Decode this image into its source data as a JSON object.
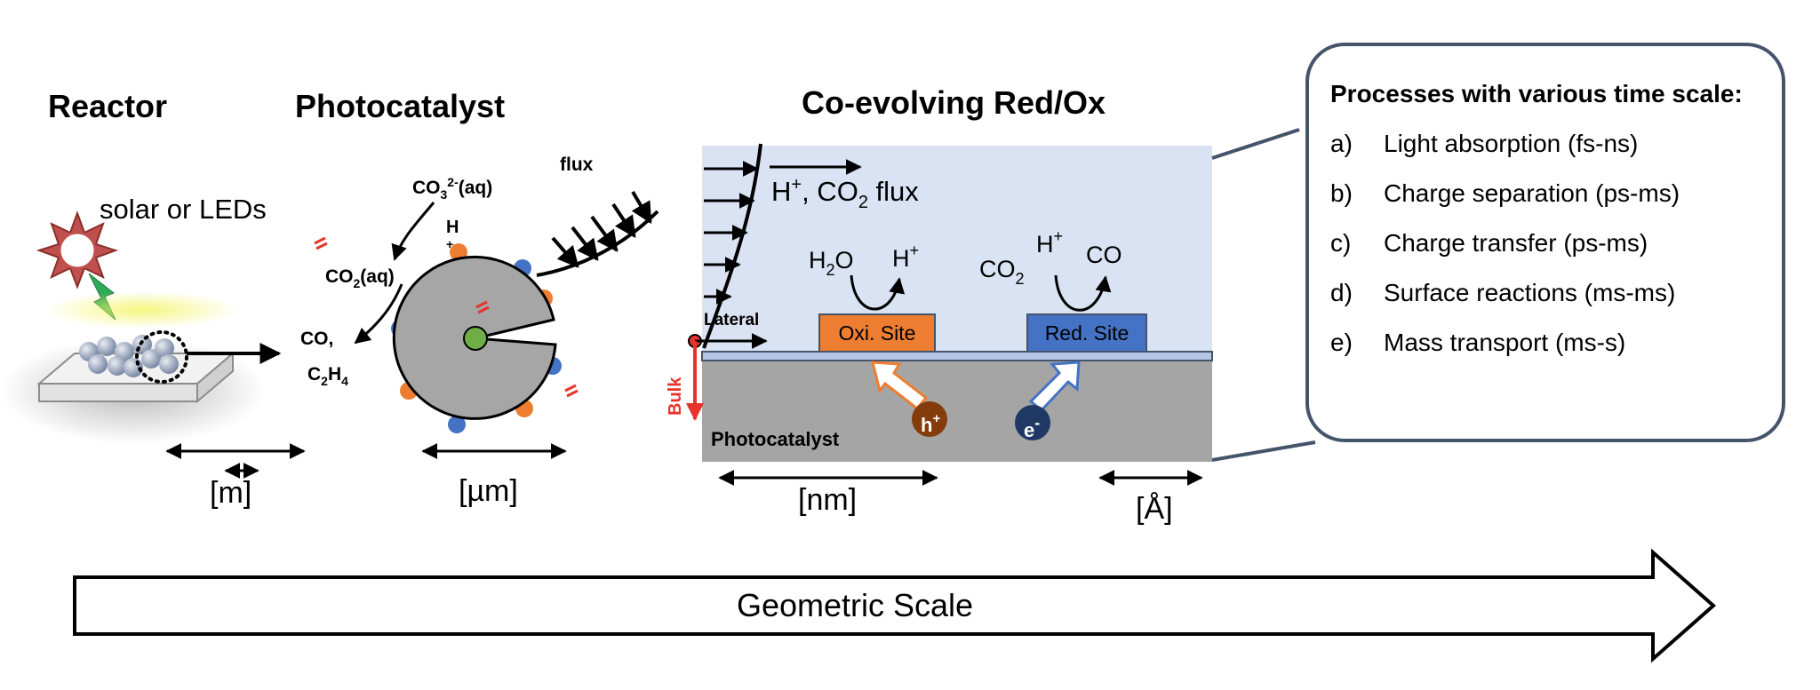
{
  "headings": {
    "reactor": "Reactor",
    "photocatalyst": "Photocatalyst",
    "coevolving": "Co-evolving Red/Ox"
  },
  "reactor": {
    "light_label": "solar or LEDs",
    "scale_label": "[m]"
  },
  "photocatalyst": {
    "co3": "CO",
    "co3_sub": "3",
    "co3_sup": "2-",
    "co3_tail": "(aq)",
    "h_label": "H",
    "h_sup": "+",
    "co2aq": "CO",
    "co2aq_sub": "2",
    "co2aq_tail": "(aq)",
    "products_line1": "CO,",
    "products_c": "C",
    "products_sub1": "2",
    "products_h": "H",
    "products_sub2": "4",
    "flux": "flux",
    "scale_label": "[µm]"
  },
  "redox": {
    "flux_label": "H",
    "flux_sup": "+",
    "flux_mid": ", CO",
    "flux_sub": "2",
    "flux_tail": " flux",
    "h2o": "H",
    "h2o_sub": "2",
    "h2o_tail": "O",
    "hplus_ox": "H",
    "hplus_ox_sup": "+",
    "co2": "CO",
    "co2_sub": "2",
    "hplus_red": "H",
    "hplus_red_sup": "+",
    "co": "CO",
    "oxi_site": "Oxi. Site",
    "red_site": "Red. Site",
    "lateral": "Lateral",
    "bulk": "Bulk",
    "photocatalyst": "Photocatalyst",
    "hole": "h",
    "hole_sup": "+",
    "electron": "e",
    "electron_sup": "-",
    "scale_nm": "[nm]",
    "scale_a": "[Å]"
  },
  "processes": {
    "title": "Processes with various time scale:",
    "items": [
      {
        "key": "a)",
        "text": "Light absorption (fs-ns)"
      },
      {
        "key": "b)",
        "text": "Charge separation (ps-ms)"
      },
      {
        "key": "c)",
        "text": "Charge transfer (ps-ms)"
      },
      {
        "key": "d)",
        "text": "Surface reactions (ms-ms)"
      },
      {
        "key": "e)",
        "text": "Mass transport (ms-s)"
      }
    ]
  },
  "geometric_scale": "Geometric Scale",
  "colors": {
    "fluid": "#dae3f3",
    "solid": "#a5a5a5",
    "oxi_site": "#ed7d31",
    "red_site": "#4472c4",
    "outline_dark": "#44546a",
    "bulk_red": "#e8332a",
    "hole": "#843c0c",
    "electron": "#203864",
    "catalyst_gray": "#a6a6a6",
    "center_green": "#70ad47"
  }
}
